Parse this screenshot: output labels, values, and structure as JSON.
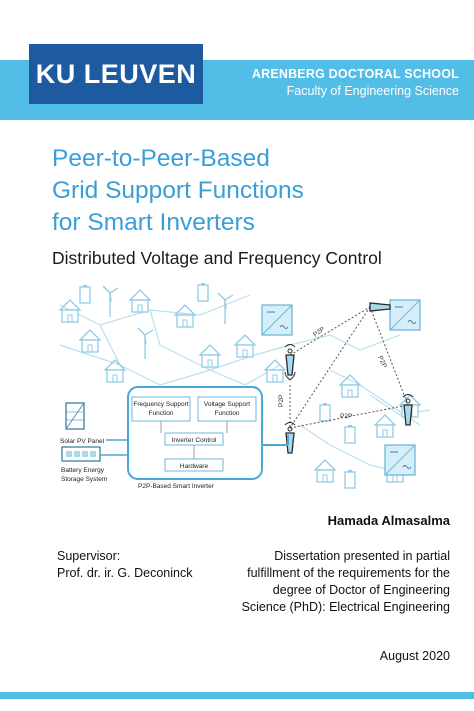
{
  "header": {
    "logo_text": "KU LEUVEN",
    "school_name": "ARENBERG DOCTORAL SCHOOL",
    "faculty": "Faculty of Engineering Science"
  },
  "title": {
    "line1": "Peer-to-Peer-Based",
    "line2": "Grid Support Functions",
    "line3": "for Smart Inverters",
    "subtitle": "Distributed Voltage and Frequency Control"
  },
  "figure": {
    "frequency_support": [
      "Frequency Support",
      "Function"
    ],
    "voltage_support": [
      "Voltage Support",
      "Function"
    ],
    "inverter_control": "Inverter Control",
    "hardware": "Hardware",
    "smart_inverter": "P2P-Based Smart Inverter",
    "solar_panel": "Solar PV Panel",
    "battery": [
      "Battery Energy",
      "Storage System"
    ],
    "p2p": "P2P"
  },
  "author": "Hamada Almasalma",
  "supervisor": {
    "label": "Supervisor:",
    "name": "Prof. dr. ir. G. Deconinck"
  },
  "dissertation": {
    "line1": "Dissertation presented in partial",
    "line2": "fulfillment of the requirements for the",
    "line3": "degree of Doctor of Engineering",
    "line4": "Science (PhD): Electrical Engineering"
  },
  "date": "August 2020",
  "colors": {
    "band": "#52bde6",
    "logo": "#1e5aa0",
    "title": "#3a9fd6",
    "diagram": "#8fcbe6"
  }
}
